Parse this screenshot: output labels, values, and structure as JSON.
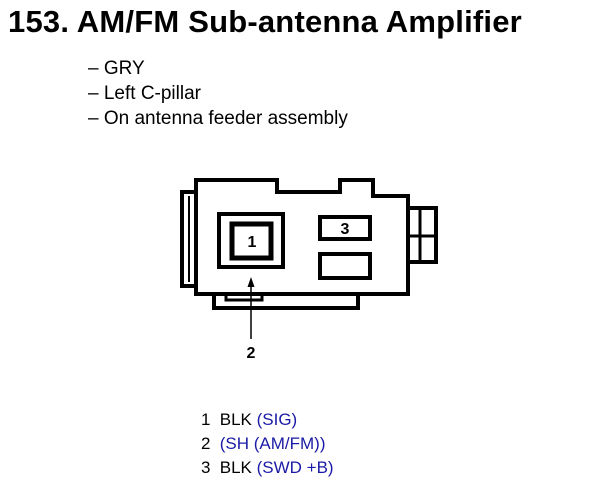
{
  "title": "153. AM/FM Sub-antenna Amplifier",
  "notes": [
    "– GRY",
    "– Left C-pillar",
    "– On antenna feeder assembly"
  ],
  "connector": {
    "terminal_labels": [
      "1",
      "3"
    ],
    "callout_label": "2"
  },
  "pins": [
    {
      "number": "1",
      "wire": "BLK",
      "signal": "(SIG)"
    },
    {
      "number": "2",
      "wire": "",
      "signal": "(SH (AM/FM))"
    },
    {
      "number": "3",
      "wire": "BLK",
      "signal": "(SWD +B)"
    }
  ]
}
